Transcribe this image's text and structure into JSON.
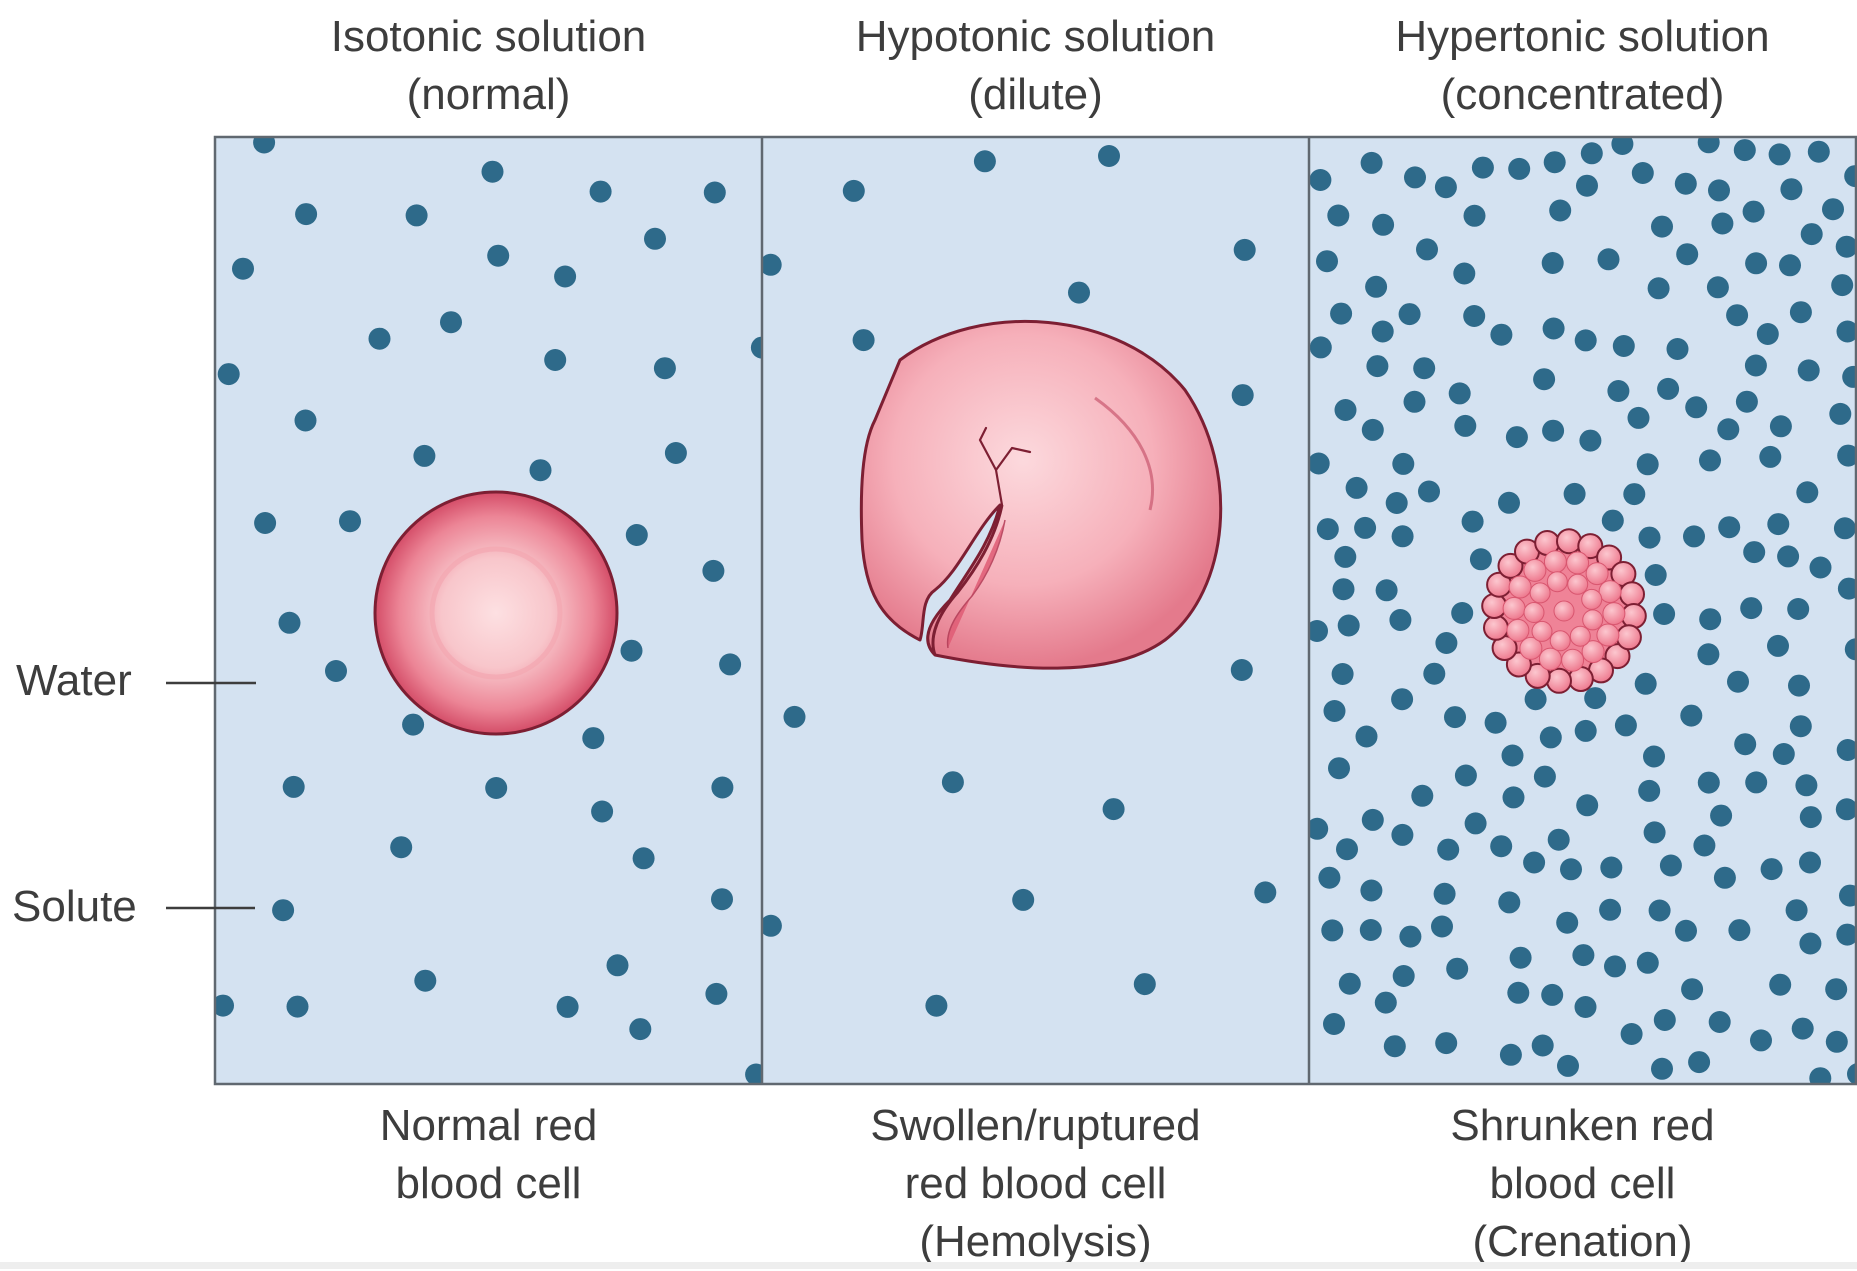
{
  "panels": [
    {
      "title": "Isotonic solution\n(normal)",
      "caption": "Normal red\nblood cell",
      "state": "isotonic",
      "cell": "normal",
      "solute_particle_count": 46
    },
    {
      "title": "Hypotonic solution\n(dilute)",
      "caption": "Swollen/ruptured\nred blood cell\n(Hemolysis)",
      "state": "hypotonic",
      "cell": "swollen-ruptured",
      "solute_particle_count": 17
    },
    {
      "title": "Hypertonic solution\n(concentrated)",
      "caption": "Shrunken red\nblood cell\n(Crenation)",
      "state": "hypertonic",
      "cell": "crenated",
      "solute_particle_count": 220
    }
  ],
  "legend": {
    "water_label": "Water",
    "solute_label": "Solute"
  },
  "colors": {
    "solution_fill": "#d4e2f1",
    "panel_border": "#606870",
    "solute_dot": "#2e6a8a",
    "cell_outer": "#c94060",
    "cell_mid": "#e87f92",
    "cell_light": "#fbd1d6",
    "cell_outline": "#7d1f33",
    "label_text": "#3d3d3d"
  }
}
